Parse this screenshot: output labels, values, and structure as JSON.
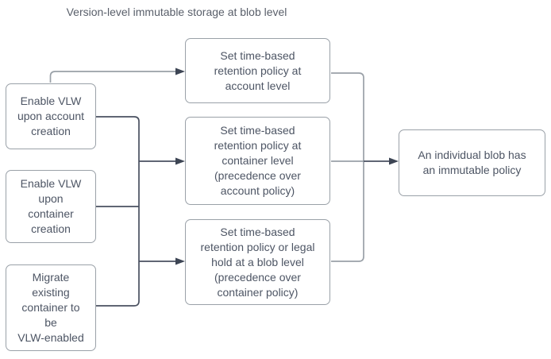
{
  "title": "Version-level immutable storage at blob level",
  "colors": {
    "background": "#ffffff",
    "node-border": "#9aa1a8",
    "node-text": "#4d5564",
    "title-text": "#595f6a",
    "line-gray": "#9aa1a8",
    "line-dark": "#495060",
    "arrowhead": "#3d4554"
  },
  "nodes": {
    "left": [
      {
        "label": "Enable VLW\nupon account\ncreation"
      },
      {
        "label": "Enable VLW\nupon\ncontainer\ncreation"
      },
      {
        "label": "Migrate\nexisting\ncontainer to\nbe\nVLW-enabled"
      }
    ],
    "middle": [
      {
        "label": "Set time-based\nretention policy at\naccount level"
      },
      {
        "label": "Set time-based\nretention policy at\ncontainer level\n(precedence over\naccount policy)"
      },
      {
        "label": "Set time-based\nretention policy or legal\nhold at a blob level\n(precedence over\ncontainer policy)"
      }
    ],
    "right": [
      {
        "label": "An individual blob has\nan immutable policy"
      }
    ]
  }
}
